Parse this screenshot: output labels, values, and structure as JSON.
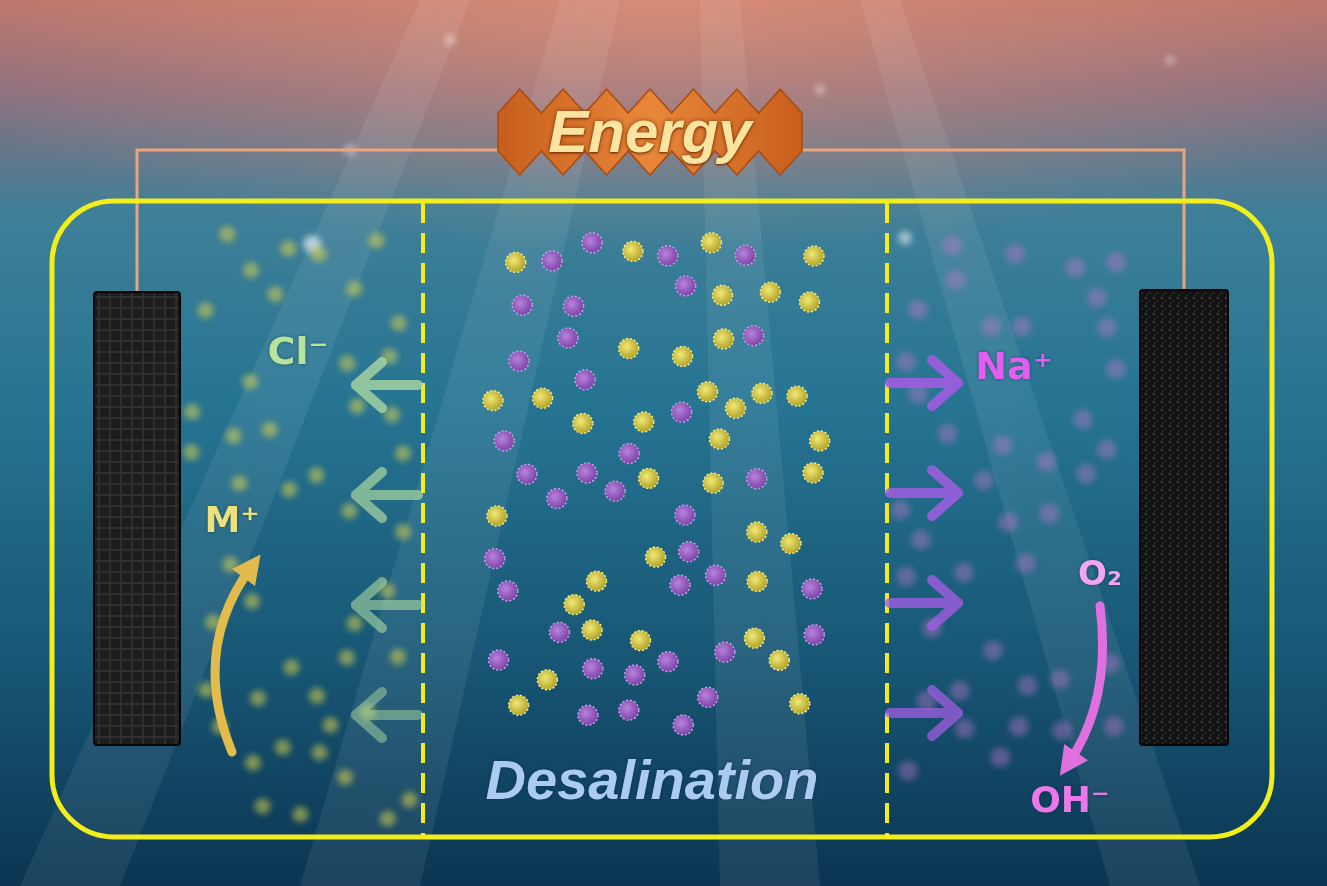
{
  "diagram": {
    "nodes": [
      {
        "text": [
          "Energy"
        ]
      }
    ],
    "labels": [
      "Cl⁻",
      "M⁺",
      "Na⁺",
      "O₂",
      "OH⁻",
      "Desalination"
    ]
  }
}
